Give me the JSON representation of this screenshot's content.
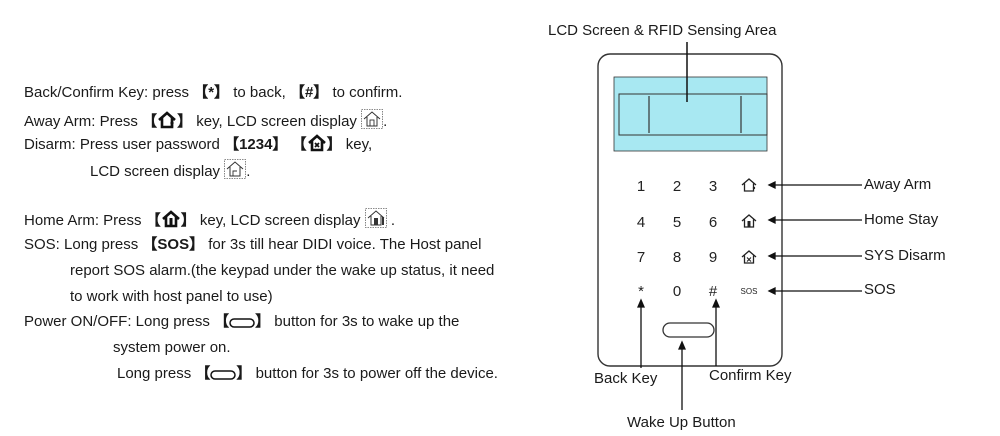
{
  "callouts": {
    "lcd": "LCD Screen & RFID Sensing Area",
    "away_arm": "Away Arm",
    "home_stay": "Home  Stay",
    "sys_disarm": "SYS  Disarm",
    "sos": "SOS",
    "back_key": "Back Key",
    "confirm_key": "Confirm Key",
    "wake_up": "Wake Up Button"
  },
  "keypad": {
    "row1": [
      "1",
      "2",
      "3"
    ],
    "row2": [
      "4",
      "5",
      "6"
    ],
    "row3": [
      "7",
      "8",
      "9"
    ],
    "row4": [
      "*",
      "0",
      "#"
    ],
    "sos_key": "SOS",
    "icon_away": "house-person-icon",
    "icon_home": "house-in-icon",
    "icon_disarm": "house-x-icon",
    "icon_wake": "wake-button-icon"
  },
  "colors": {
    "lcd": "#a8e8f2",
    "line": "#1a1a1a"
  },
  "instructions": {
    "back_confirm": {
      "prefix": "Back/Confirm Key: press ",
      "k1": "【*】",
      "mid": " to back, ",
      "k2": "【#】",
      "suffix": " to confirm."
    },
    "away": {
      "prefix": "Away Arm: Press ",
      "lb": "【",
      "rb": "】",
      "suffix": " key, LCD screen display ",
      "end": "."
    },
    "disarm": {
      "prefix": "Disarm: Press user password ",
      "code": "【1234】",
      "lb": " 【",
      "rb": "】",
      "suffix": " key,",
      "line2": "LCD screen display ",
      "end": "."
    },
    "home": {
      "prefix": "Home Arm: Press ",
      "lb": "【",
      "rb": "】",
      "suffix": " key, LCD screen display ",
      "end": " ."
    },
    "sos": {
      "prefix": "SOS: Long press ",
      "key": "【SOS】",
      "suffix": " for  3s till hear DIDI voice. The Host panel",
      "line2": "report SOS alarm.(the keypad under the wake up status, it need",
      "line3": "to work with host panel to use)"
    },
    "power": {
      "prefix": "Power  ON/OFF: Long press ",
      "lb": "【",
      "rb": "】",
      "suffix": " button  for  3s to wake up the",
      "line2": "system power on.",
      "line3_prefix": "Long press ",
      "line3_suffix": " button  for  3s to power off the device."
    }
  }
}
